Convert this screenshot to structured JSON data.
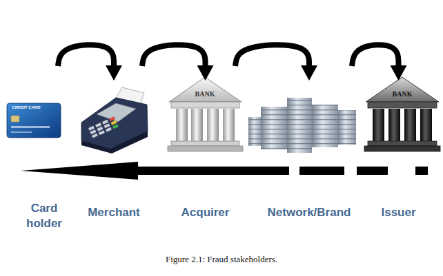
{
  "diagram": {
    "caption": "Figure 2.1: Fraud stakeholders.",
    "nodes": [
      {
        "text": [
          "Card holder"
        ]
      },
      {
        "text": [
          "Merchant"
        ]
      },
      {
        "text": [
          "Acquirer"
        ]
      },
      {
        "text": [
          "Network/Brand"
        ]
      },
      {
        "text": [
          "Issuer"
        ]
      }
    ],
    "edges": [
      {
        "from": 0,
        "to": 1,
        "arrow": "to"
      },
      {
        "from": 1,
        "to": 2,
        "arrow": "to"
      },
      {
        "from": 2,
        "to": 3,
        "arrow": "to"
      },
      {
        "from": 3,
        "to": 4,
        "arrow": "to"
      },
      {
        "from": 4,
        "to": 0,
        "arrow": "to"
      }
    ],
    "labels": [
      "CREDIT CARD",
      "BANK",
      "BANK"
    ]
  }
}
